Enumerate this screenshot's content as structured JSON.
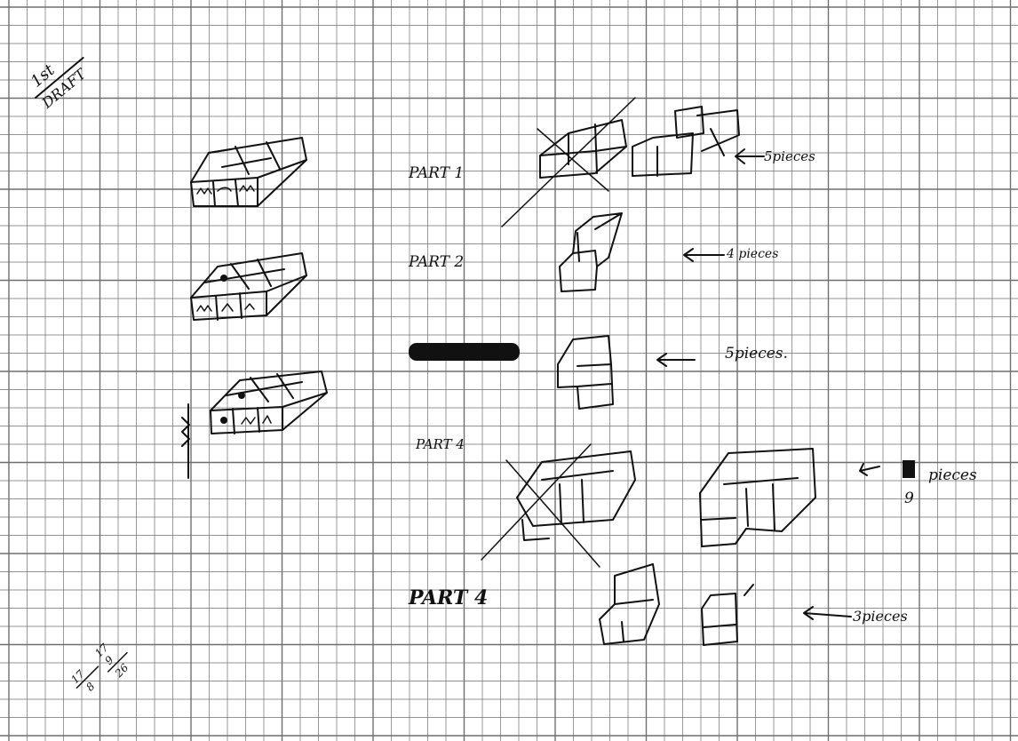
{
  "labels": {
    "draft_top": "1st",
    "draft_bottom": "DRAFT",
    "part1": "PART 1",
    "part2": "PART 2",
    "part4a": "PART 4",
    "part4b": "PART 4"
  },
  "counts": {
    "row1": "5pieces",
    "row2": "4 pieces",
    "row3": "5pieces.",
    "row4_word": "pieces",
    "row4_number": "9",
    "row5": "3pieces"
  },
  "arithmetic": {
    "left_top": "17",
    "left_bottom": "8",
    "right_top": "17",
    "right_mid": "9",
    "right_bottom": "26"
  },
  "colors": {
    "paper": "#ffffff",
    "grid": "#6f6f6f",
    "ink": "#111111"
  }
}
